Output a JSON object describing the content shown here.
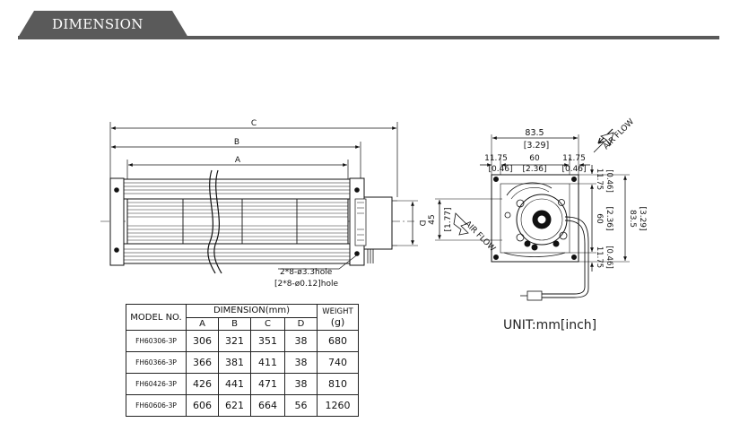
{
  "header": {
    "title": "DIMENSION"
  },
  "front_view": {
    "dim_c": "C",
    "dim_b": "B",
    "dim_a": "A",
    "dim_d": "D",
    "hole_note_mm": "2*8-ø3.3hole",
    "hole_note_inch": "[2*8-ø0.12]hole"
  },
  "side_view": {
    "top_overall": "83.5",
    "top_overall_inch": "[3.29]",
    "top_left": "11.75",
    "top_left_inch": "[0.46]",
    "top_mid": "60",
    "top_mid_inch": "[2.36]",
    "top_right": "11.75",
    "top_right_inch": "[0.46]",
    "right_top": "11.75",
    "right_top_inch": "[0.46]",
    "right_mid": "60",
    "right_mid_inch": "[2.36]",
    "right_bottom": "11.75",
    "right_bottom_inch": "[0.46]",
    "right_overall": "83.5",
    "right_overall_inch": "[3.29]",
    "left_height": "45",
    "left_height_inch": "[1.77]",
    "air_flow_out": "AIR FLOW",
    "air_flow_in": "AIR FLOW"
  },
  "table": {
    "col_model": "MODEL NO.",
    "col_dimension": "DIMENSION(mm)",
    "col_weight": "WEIGHT",
    "col_weight_unit": "(g)",
    "sub_headers": [
      "A",
      "B",
      "C",
      "D"
    ],
    "rows": [
      {
        "model": "FH60306-3P",
        "a": "306",
        "b": "321",
        "c": "351",
        "d": "38",
        "weight": "680"
      },
      {
        "model": "FH60366-3P",
        "a": "366",
        "b": "381",
        "c": "411",
        "d": "38",
        "weight": "740"
      },
      {
        "model": "FH60426-3P",
        "a": "426",
        "b": "441",
        "c": "471",
        "d": "38",
        "weight": "810"
      },
      {
        "model": "FH60606-3P",
        "a": "606",
        "b": "621",
        "c": "664",
        "d": "56",
        "weight": "1260"
      }
    ]
  },
  "unit_label": "UNIT:mm[inch]"
}
